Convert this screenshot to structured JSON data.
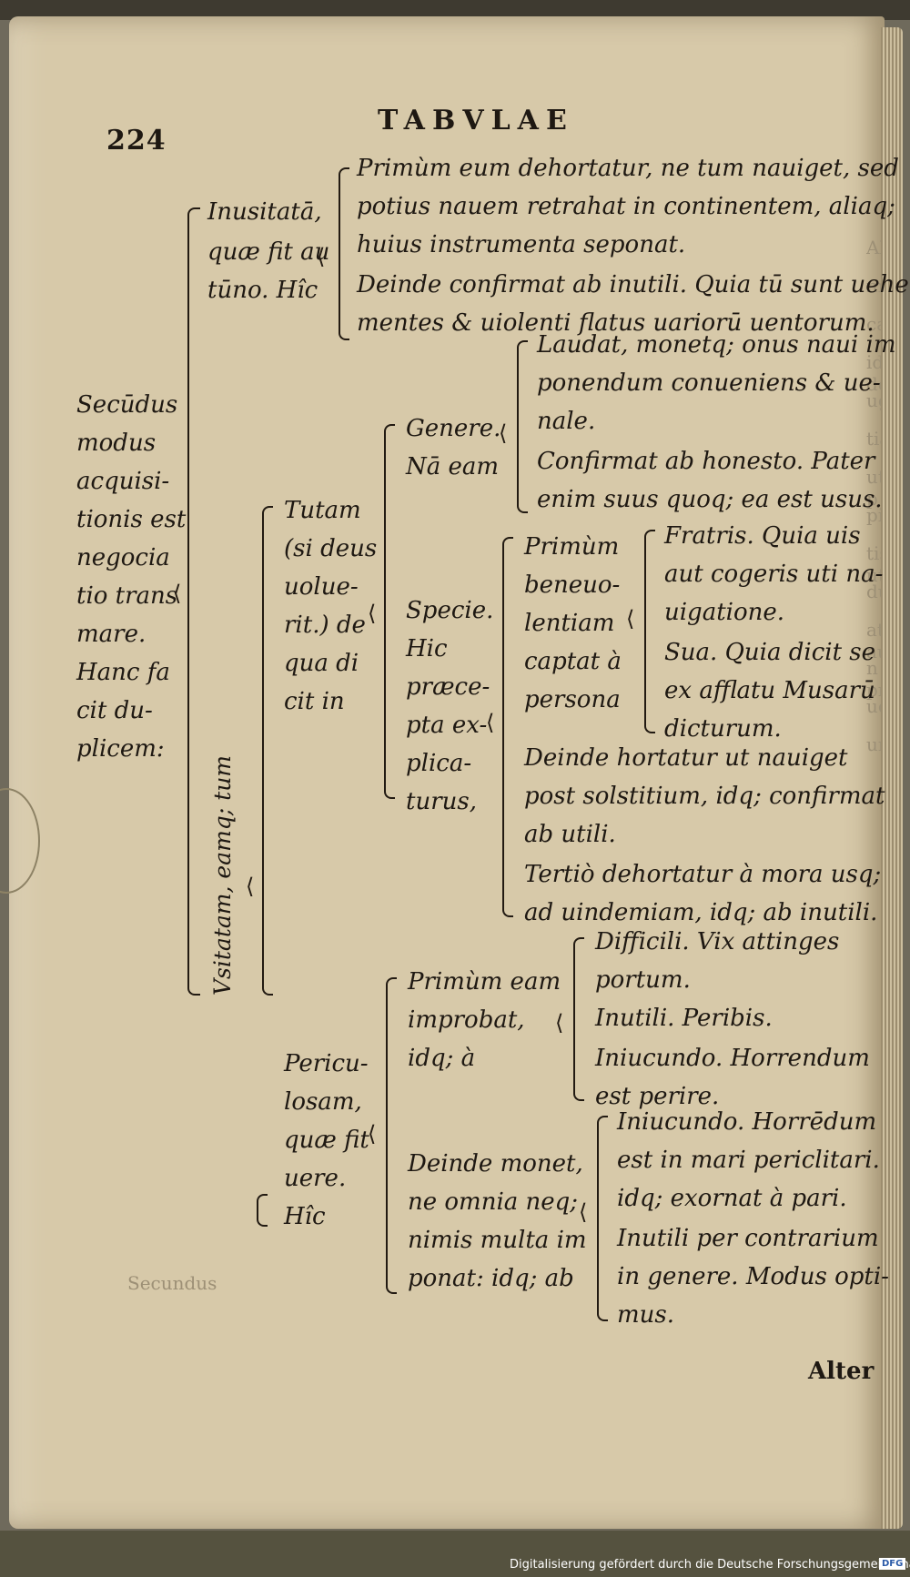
{
  "page": {
    "number": "224",
    "header": "TABVLAE",
    "catchword": "Alter"
  },
  "root": {
    "lines": [
      "Secūdus",
      "modus",
      "acquisi-",
      "tionis est",
      "negocia",
      "tio trans",
      "mare.",
      "Hanc fa",
      "cit du-",
      "plicem:"
    ]
  },
  "inusitata": {
    "lines": [
      "Inusitatā,",
      "quæ fit au",
      "tūno. Hîc"
    ],
    "items": [
      [
        "Primùm eum dehortatur, ne tum nauiget, sed",
        "potius nauem retrahat in continentem, aliaq;",
        "huius instrumenta seponat."
      ],
      [
        "Deinde confirmat ab inutili. Quia tū sunt uehe",
        "mentes & uiolenti flatus uariorū uentorum."
      ]
    ]
  },
  "usitata": {
    "label": "Vsitatam, eamq; tum"
  },
  "tuta": {
    "lines": [
      "Tutam",
      "(si deus",
      "uolue-",
      "rit.) de",
      "qua di",
      "cit in"
    ],
    "genere": {
      "lines": [
        "Genere.",
        "Nā eam"
      ],
      "items": [
        [
          "Laudat, monetq; onus naui im",
          "ponendum conueniens & ue-",
          "nale."
        ],
        [
          "Confirmat ab honesto. Pater",
          "enim suus quoq; ea est usus."
        ]
      ]
    },
    "specie": {
      "lines": [
        "Specie.",
        "Hic",
        "præce-",
        "pta ex-",
        "plica-",
        "turus,"
      ],
      "primum": {
        "lines": [
          "Primùm",
          "beneuo-",
          "lentiam",
          "captat à",
          "persona"
        ],
        "items": [
          [
            "Fratris. Quia uis",
            "aut cogeris uti na-",
            "uigatione."
          ],
          [
            "Sua. Quia dicit se",
            "ex afflatu Musarū",
            "dicturum."
          ]
        ]
      },
      "deinde": [
        "Deinde hortatur ut nauiget",
        "post solstitium, idq; confirmat",
        "ab utili."
      ],
      "tertio": [
        "Tertiò dehortatur à mora usq;",
        "ad uindemiam, idq; ab inutili."
      ]
    }
  },
  "periculosa": {
    "lines": [
      "Pericu-",
      "losam,",
      "quæ fit",
      "uere.",
      "Hîc"
    ],
    "primum": {
      "lines": [
        "Primùm eam",
        "improbat,",
        "idq; à"
      ],
      "items": [
        "Difficili. Vix attinges",
        "portum.",
        "Inutili. Peribis.",
        "Iniucundo. Horrendum",
        "est perire."
      ]
    },
    "deinde": {
      "lines": [
        "Deinde monet,",
        "ne omnia neq;",
        "nimis multa im",
        "ponat: idq; ab"
      ],
      "items": [
        "Iniucundo. Horrēdum",
        "est in mari periclitari.",
        "idq; exornat à pari.",
        "Inutili per contrarium",
        "in genere. Modus opti-",
        "mus."
      ]
    }
  },
  "bleed_right": [
    "Alter",
    "mo",
    "cat",
    "id de",
    "ugion",
    "tiano",
    "ut p",
    "pistin",
    "tis, ut",
    "ducat",
    "at aut",
    "n prop",
    "uolunt",
    "um"
  ],
  "bleed_left": [
    "Secundus"
  ],
  "footer": {
    "credit": "Digitalisierung gefördert durch die Deutsche Forschungsgemeinschaft",
    "logo": "DFG"
  }
}
